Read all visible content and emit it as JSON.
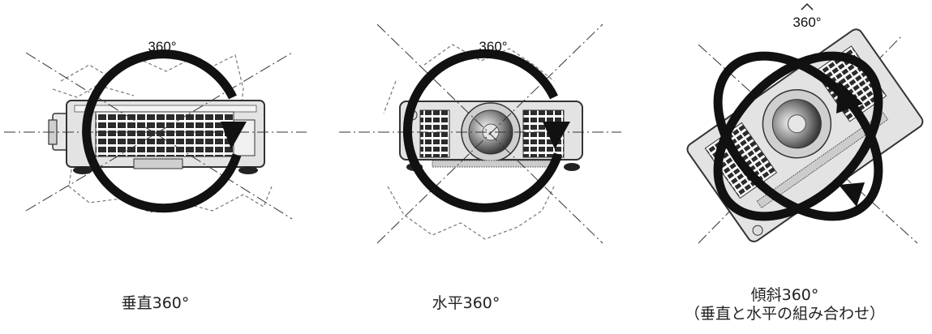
{
  "panels": [
    {
      "id": "vertical",
      "angle_label": "360°",
      "caption": "垂直360°",
      "caption_sub": ""
    },
    {
      "id": "horizontal",
      "angle_label": "360°",
      "caption": "水平360°",
      "caption_sub": ""
    },
    {
      "id": "tilt",
      "angle_label": "360°",
      "caption": "傾斜360°",
      "caption_sub": "（垂直と水平の組み合わせ）"
    }
  ]
}
